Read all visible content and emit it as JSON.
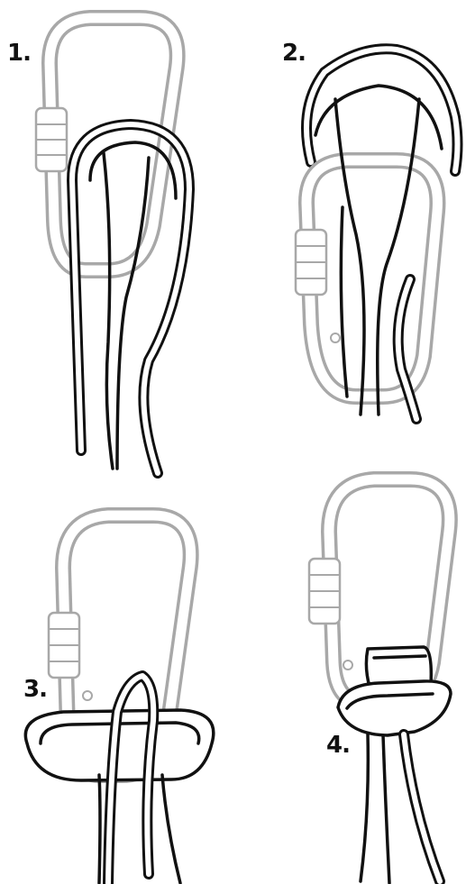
{
  "steps": [
    {
      "label": "1."
    },
    {
      "label": "2."
    },
    {
      "label": "3."
    },
    {
      "label": "4."
    }
  ],
  "colors": {
    "carabiner": "#a8a8a8",
    "sling": "#111111",
    "background": "#ffffff"
  },
  "icons": [
    "carabiner-icon",
    "screwgate-sleeve-icon",
    "sling-icon",
    "girth-hitch-icon"
  ]
}
